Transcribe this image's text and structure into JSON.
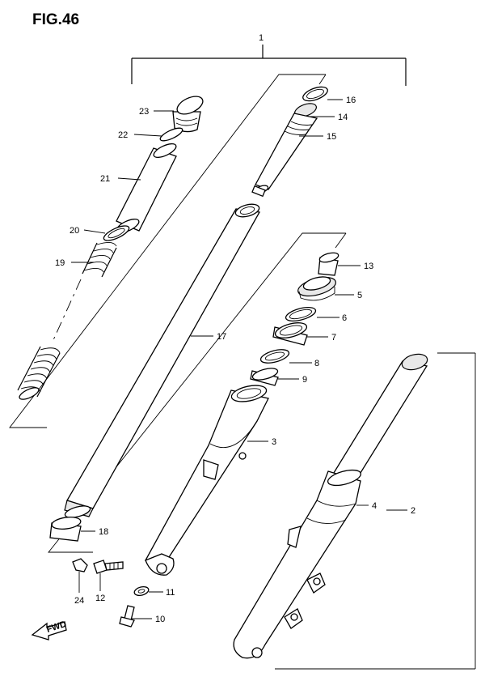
{
  "figure": {
    "title": "FIG.46",
    "fwd_label": "FWD"
  },
  "callouts": [
    {
      "id": "c1",
      "label": "1"
    },
    {
      "id": "c2",
      "label": "2"
    },
    {
      "id": "c3",
      "label": "3"
    },
    {
      "id": "c4",
      "label": "4"
    },
    {
      "id": "c5",
      "label": "5"
    },
    {
      "id": "c6",
      "label": "6"
    },
    {
      "id": "c7",
      "label": "7"
    },
    {
      "id": "c8",
      "label": "8"
    },
    {
      "id": "c9",
      "label": "9"
    },
    {
      "id": "c10",
      "label": "10"
    },
    {
      "id": "c11",
      "label": "11"
    },
    {
      "id": "c12",
      "label": "12"
    },
    {
      "id": "c13",
      "label": "13"
    },
    {
      "id": "c14",
      "label": "14"
    },
    {
      "id": "c15",
      "label": "15"
    },
    {
      "id": "c16",
      "label": "16"
    },
    {
      "id": "c17",
      "label": "17"
    },
    {
      "id": "c18",
      "label": "18"
    },
    {
      "id": "c19",
      "label": "19"
    },
    {
      "id": "c20",
      "label": "20"
    },
    {
      "id": "c21",
      "label": "21"
    },
    {
      "id": "c22",
      "label": "22"
    },
    {
      "id": "c23",
      "label": "23"
    },
    {
      "id": "c24",
      "label": "24"
    }
  ]
}
